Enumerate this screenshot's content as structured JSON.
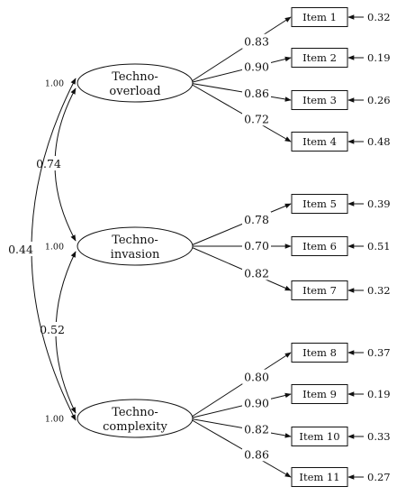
{
  "factors": [
    {
      "id": "overload",
      "name_lines": [
        "Techno-",
        "overload"
      ],
      "variance": "1.00"
    },
    {
      "id": "invasion",
      "name_lines": [
        "Techno-",
        "invasion"
      ],
      "variance": "1.00"
    },
    {
      "id": "complexity",
      "name_lines": [
        "Techno-",
        "complexity"
      ],
      "variance": "1.00"
    }
  ],
  "items": [
    {
      "label": "Item 1",
      "factor": "overload",
      "loading": "0.83",
      "error": "0.32"
    },
    {
      "label": "Item 2",
      "factor": "overload",
      "loading": "0.90",
      "error": "0.19"
    },
    {
      "label": "Item 3",
      "factor": "overload",
      "loading": "0.86",
      "error": "0.26"
    },
    {
      "label": "Item 4",
      "factor": "overload",
      "loading": "0.72",
      "error": "0.48"
    },
    {
      "label": "Item 5",
      "factor": "invasion",
      "loading": "0.78",
      "error": "0.39"
    },
    {
      "label": "Item 6",
      "factor": "invasion",
      "loading": "0.70",
      "error": "0.51"
    },
    {
      "label": "Item 7",
      "factor": "invasion",
      "loading": "0.82",
      "error": "0.32"
    },
    {
      "label": "Item 8",
      "factor": "complexity",
      "loading": "0.80",
      "error": "0.37"
    },
    {
      "label": "Item 9",
      "factor": "complexity",
      "loading": "0.90",
      "error": "0.19"
    },
    {
      "label": "Item 10",
      "factor": "complexity",
      "loading": "0.82",
      "error": "0.33"
    },
    {
      "label": "Item 11",
      "factor": "complexity",
      "loading": "0.86",
      "error": "0.27"
    }
  ],
  "covariances": [
    {
      "from": "overload",
      "to": "invasion",
      "value": "0.74"
    },
    {
      "from": "invasion",
      "to": "complexity",
      "value": "0.52"
    },
    {
      "from": "overload",
      "to": "complexity",
      "value": "0.44"
    }
  ]
}
